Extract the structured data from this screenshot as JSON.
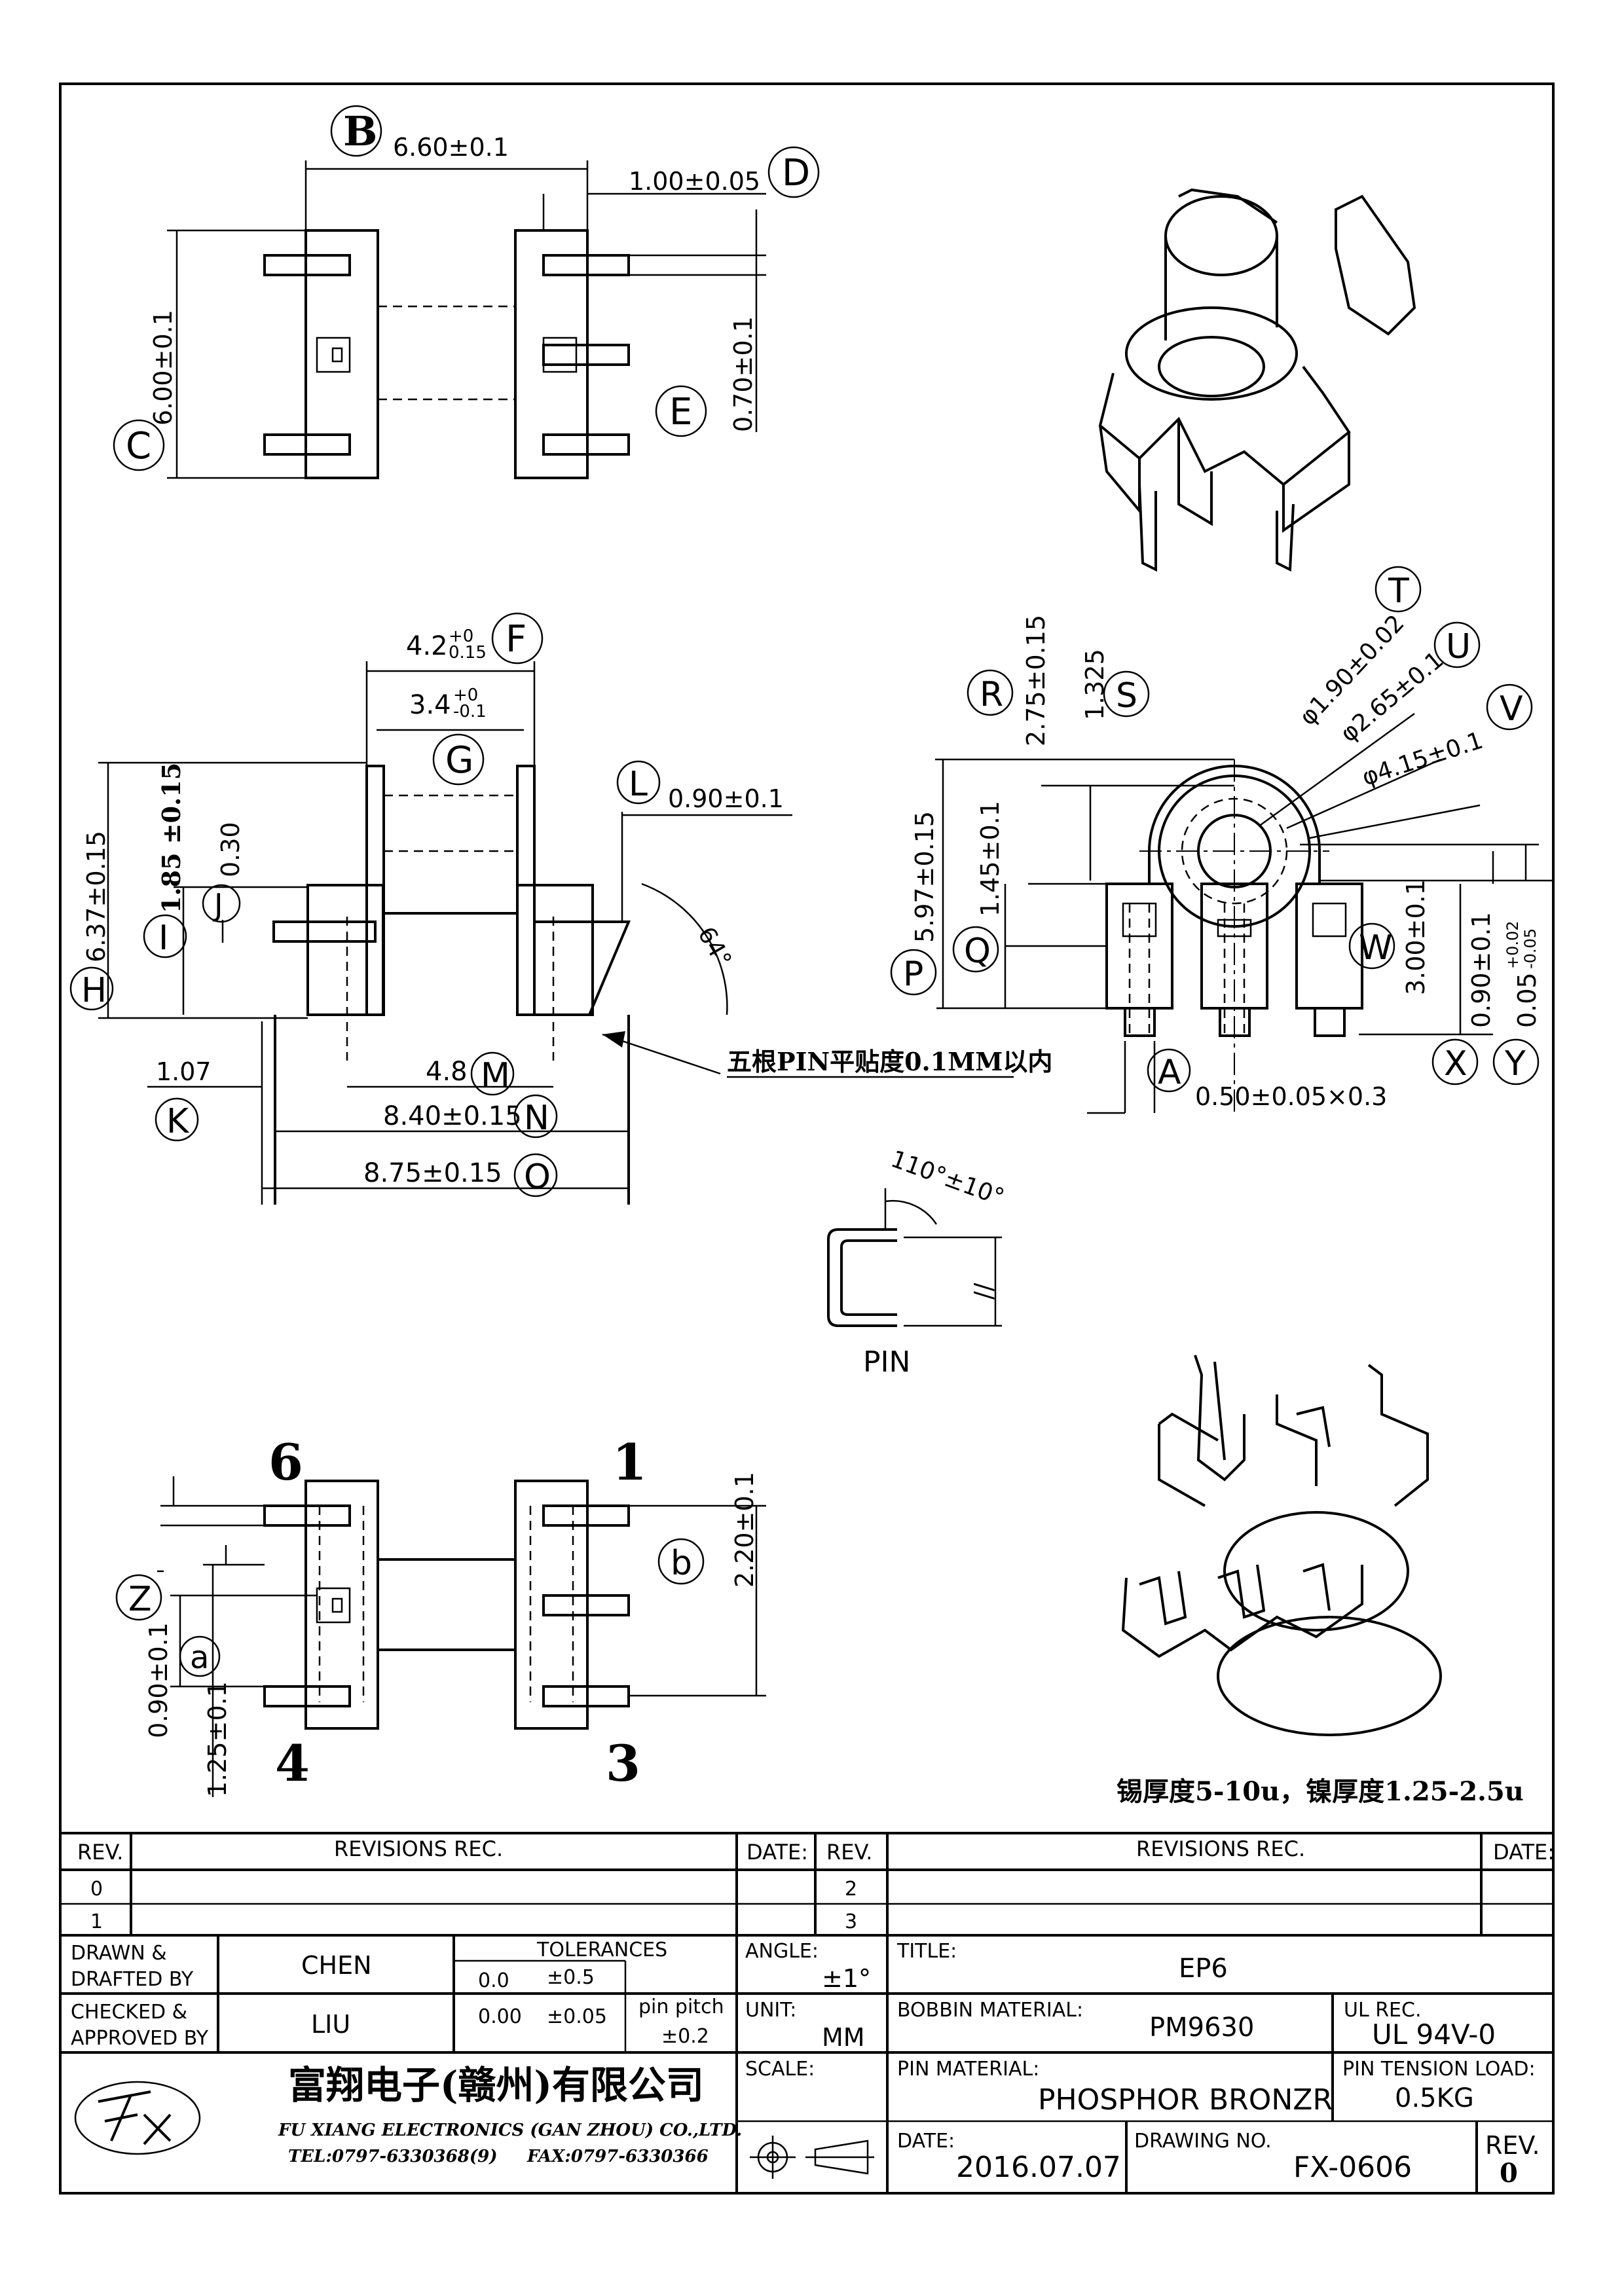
{
  "drawing_labels": {
    "B": "B",
    "C": "C",
    "D": "D",
    "E": "E",
    "F": "F",
    "G": "G",
    "H": "H",
    "I": "I",
    "J": "J",
    "K": "K",
    "L": "L",
    "M": "M",
    "N": "N",
    "O": "O",
    "P": "P",
    "Q": "Q",
    "R": "R",
    "S": "S",
    "T": "T",
    "U": "U",
    "V": "V",
    "W": "W",
    "X": "X",
    "Y": "Y",
    "A": "A",
    "b": "b",
    "Z": "Z",
    "a": "a"
  },
  "dimensions": {
    "b_dim": "6.60±0.1",
    "d_dim": "1.00±0.05",
    "c_dim": "6.00±0.1",
    "e_dim": "0.70±0.1",
    "f_dim_main": "4.2",
    "f_dim_sup": "+0",
    "f_dim_sub": "0.15",
    "g_dim_main": "3.4",
    "g_dim_sup": "+0",
    "g_dim_sub": "-0.1",
    "l_dim": "0.90±0.1",
    "h_dim": "6.37±0.15",
    "i_dim": "1.85 ±0.15",
    "j_dim": "0.30",
    "angle_64": "64°",
    "m_dim": "4.8",
    "k_dim": "1.07",
    "n_dim": "8.40±0.15",
    "o_dim": "8.75±0.15",
    "r_dim": "2.75±0.15",
    "s_dim": "1.325",
    "t_dim": "φ1.90±0.02",
    "u_dim": "φ2.65±0.1",
    "v_dim": "φ4.15±0.1",
    "p_dim": "5.97±0.15",
    "q_dim": "1.45±0.1",
    "w_dim": "3.00±0.1",
    "x_dim": "0.90±0.1",
    "y_dim_main": "0.05",
    "y_dim_sup": "+0.02",
    "y_dim_sub": "-0.05",
    "a_pin_dim": "0.50±0.05×0.3",
    "pin_angle": "110°±10°",
    "parallel": "//",
    "pin_label": "PIN",
    "b2_dim": "2.20±0.1",
    "z_dim": "0.90±0.1",
    "a2_dim": "1.25±0.1"
  },
  "notes": {
    "flat_note": "五根PIN平贴度0.1MM以内",
    "plating_note": "锡厚度5-10u，镍厚度1.25-2.5u"
  },
  "pin_numbers": {
    "p6": "6",
    "p1": "1",
    "p4": "4",
    "p3": "3"
  },
  "title_block": {
    "rev_header": "REV.",
    "revisions_header": "REVISIONS  REC.",
    "date_header": "DATE:",
    "rev_rows_left": [
      "0",
      "1"
    ],
    "rev_rows_right": [
      "2",
      "3"
    ],
    "drawn_label_1": "DRAWN &",
    "drawn_label_2": "DRAFTED BY",
    "drawn_value": "CHEN",
    "checked_label_1": "CHECKED &",
    "checked_label_2": "APPROVED BY",
    "checked_value": "LIU",
    "tolerances_label": "TOLERANCES",
    "tol_row1_a": "0.0",
    "tol_row1_b": "±0.5",
    "tol_row2_a": "0.00",
    "tol_row2_b": "±0.05",
    "pin_pitch_label": "pin pitch",
    "pin_pitch_value": "±0.2",
    "angle_label": "ANGLE:",
    "angle_value": "±1°",
    "unit_label": "UNIT:",
    "unit_value": "MM",
    "scale_label": "SCALE:",
    "title_label": "TITLE:",
    "title_value": "EP6",
    "bobbin_label": "BOBBIN MATERIAL:",
    "bobbin_value": "PM9630",
    "ul_label": "UL REC.",
    "ul_value": "UL 94V-0",
    "pin_material_label": "PIN MATERIAL:",
    "pin_material_value": "PHOSPHOR BRONZR",
    "pin_tension_label": "PIN TENSION LOAD:",
    "pin_tension_value": "0.5KG",
    "date_label": "DATE:",
    "date_value": "2016.07.07",
    "drawing_no_label": "DRAWING NO.",
    "drawing_no_value": "FX-0606",
    "rev_label": "REV.",
    "rev_value": "0",
    "company_cn": "富翔电子(赣州)有限公司",
    "company_en": "FU XIANG ELECTRONICS (GAN ZHOU) CO.,LTD.",
    "tel": "TEL:0797-6330368(9)",
    "fax": "FAX:0797-6330366"
  }
}
